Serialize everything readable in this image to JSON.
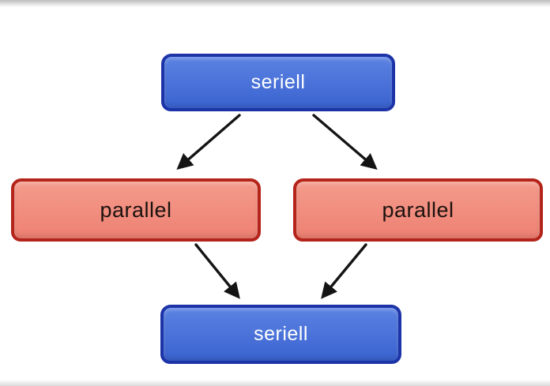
{
  "diagram": {
    "nodes": [
      {
        "id": "seriell-top",
        "label": "seriell",
        "kind": "serial"
      },
      {
        "id": "parallel-left",
        "label": "parallel",
        "kind": "parallel"
      },
      {
        "id": "parallel-right",
        "label": "parallel",
        "kind": "parallel"
      },
      {
        "id": "seriell-bottom",
        "label": "seriell",
        "kind": "serial"
      }
    ],
    "edges": [
      {
        "from": "seriell-top",
        "to": "parallel-left"
      },
      {
        "from": "seriell-top",
        "to": "parallel-right"
      },
      {
        "from": "parallel-left",
        "to": "seriell-bottom"
      },
      {
        "from": "parallel-right",
        "to": "seriell-bottom"
      }
    ],
    "colors": {
      "background": "#ffffff",
      "serial_fill_top": "#5b82e2",
      "serial_fill_bottom": "#3a63d0",
      "serial_border": "#1d33a8",
      "serial_text": "#ffffff",
      "parallel_fill_top": "#f49b8c",
      "parallel_fill_bottom": "#ee8173",
      "parallel_border": "#b5241a",
      "parallel_text": "#1c120e",
      "arrow": "#141414"
    }
  }
}
